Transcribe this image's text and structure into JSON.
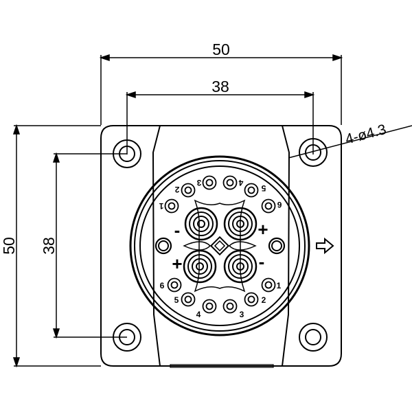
{
  "dimensions": {
    "outer_width": "50",
    "hole_spacing_width": "38",
    "outer_height": "50",
    "hole_spacing_height": "38",
    "mounting_holes": "4-ø4.3"
  },
  "pins": {
    "signal_top": [
      "3",
      "4",
      "5",
      "6",
      "2",
      "1"
    ],
    "signal_bottom": [
      "6",
      "1",
      "5",
      "2",
      "4",
      "3"
    ],
    "power_signs": [
      "-",
      "+",
      "+",
      "-"
    ]
  },
  "colors": {
    "stroke": "#000000",
    "background": "#ffffff"
  }
}
